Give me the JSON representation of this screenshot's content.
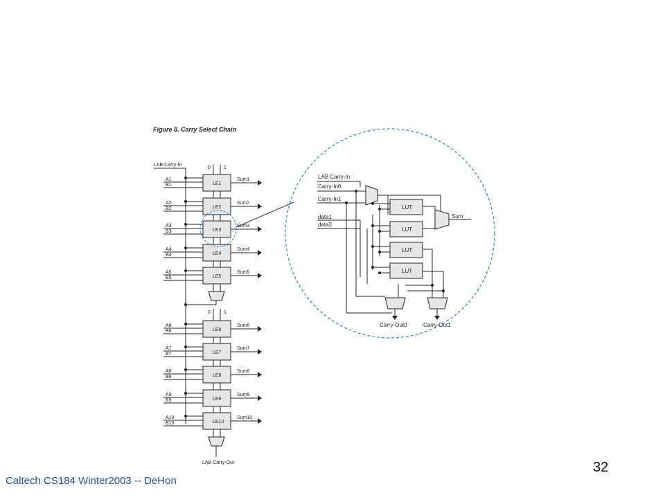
{
  "slide": {
    "footer": "Caltech CS184 Winter2003 -- DeHon",
    "page_number": "32"
  },
  "figure": {
    "title": "Figure 8. Carry Select Chain",
    "lab_carry_in": "LAB Carry-In",
    "lab_carry_out": "LAB Carry-Out",
    "select_labels": [
      "0",
      "1"
    ],
    "elements": [
      {
        "name": "LE1",
        "a": "A1",
        "b": "B1",
        "sum": "Sum1"
      },
      {
        "name": "LE2",
        "a": "A2",
        "b": "B2",
        "sum": "Sum2"
      },
      {
        "name": "LE3",
        "a": "A3",
        "b": "B3",
        "sum": "Sum3"
      },
      {
        "name": "LE4",
        "a": "A4",
        "b": "B4",
        "sum": "Sum4"
      },
      {
        "name": "LE5",
        "a": "A5",
        "b": "B5",
        "sum": "Sum5"
      },
      {
        "name": "LE6",
        "a": "A6",
        "b": "B6",
        "sum": "Sum6"
      },
      {
        "name": "LE7",
        "a": "A7",
        "b": "B7",
        "sum": "Sum7"
      },
      {
        "name": "LE8",
        "a": "A8",
        "b": "B8",
        "sum": "Sum8"
      },
      {
        "name": "LE9",
        "a": "A9",
        "b": "B9",
        "sum": "Sum9"
      },
      {
        "name": "LE10",
        "a": "A10",
        "b": "B10",
        "sum": "Sum10"
      }
    ],
    "detail": {
      "inputs": [
        "LAB Carry-In",
        "Carry-In0",
        "Carry-In1",
        "data1",
        "data2"
      ],
      "lut_label": "LUT",
      "sum": "Sum",
      "carry_out0": "Carry-Out0",
      "carry_out1": "Carry-Out1"
    }
  }
}
